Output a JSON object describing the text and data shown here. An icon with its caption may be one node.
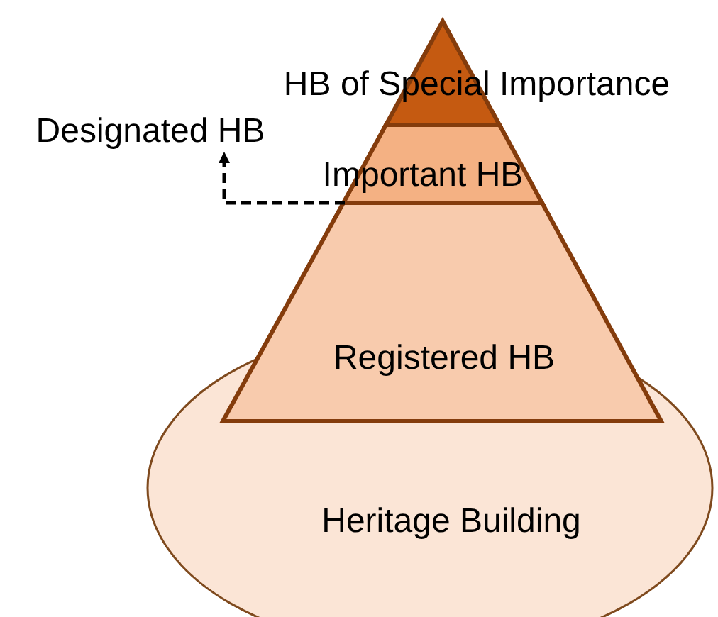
{
  "diagram": {
    "nodes": [
      {
        "text": [
          "HB of Special Importance"
        ]
      },
      {
        "text": [
          "Designated HB"
        ]
      },
      {
        "text": [
          "Important HB"
        ]
      },
      {
        "text": [
          "Registered HB"
        ]
      },
      {
        "text": [
          "Heritage Building"
        ]
      }
    ],
    "edges": [
      {
        "from": 2,
        "to": 1,
        "arrow": "to",
        "style": "dashed"
      }
    ]
  }
}
